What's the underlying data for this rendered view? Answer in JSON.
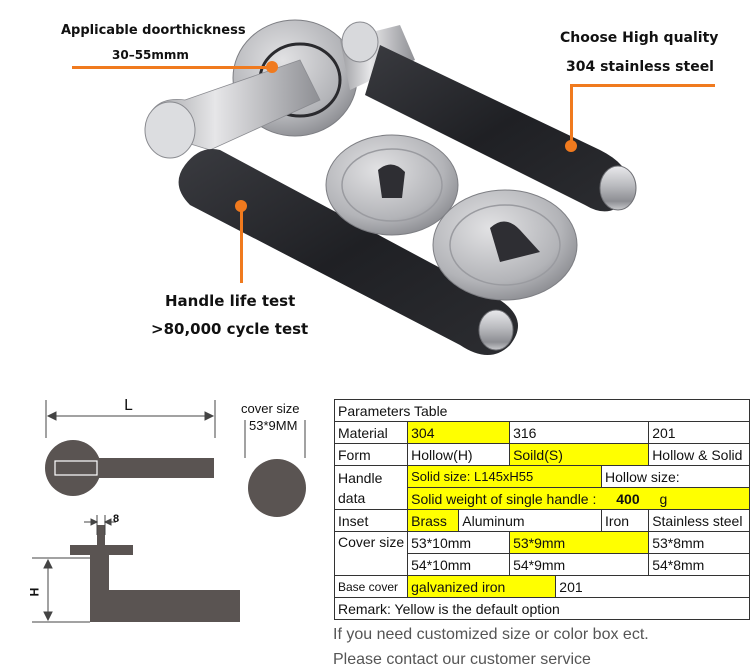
{
  "callouts": {
    "door_thickness": {
      "line1": "Applicable doorthickness",
      "line2": "30–55mmm"
    },
    "quality": {
      "line1": "Choose High quality",
      "line2": "304 stainless steel"
    },
    "life_test": {
      "line1": "Handle life test",
      "line2": ">80,000 cycle test"
    }
  },
  "diagram": {
    "length_label": "L",
    "cover_size_label": "cover size",
    "cover_size_value": "53*9MM",
    "width_label": "8",
    "height_label": "H"
  },
  "table": {
    "title": "Parameters Table",
    "material": {
      "label": "Material",
      "options": [
        "304",
        "316",
        "201"
      ]
    },
    "form": {
      "label": "Form",
      "options": [
        "Hollow(H)",
        "Soild(S)",
        "Hollow & Solid"
      ]
    },
    "handle_data": {
      "label_line1": "Handle",
      "label_line2": "data",
      "solid_size": "Solid size: L145xH55",
      "hollow_size": "Hollow size:",
      "solid_weight_label": "Solid weight of single handle :",
      "solid_weight_value": "400",
      "solid_weight_unit": "g"
    },
    "inset": {
      "label": "Inset",
      "options": [
        "Brass",
        "Aluminum",
        "Iron",
        "Stainless steel"
      ]
    },
    "cover_size": {
      "label": "Cover size",
      "row1": [
        "53*10mm",
        "53*9mm",
        "53*8mm"
      ],
      "row2": [
        "54*10mm",
        "54*9mm",
        "54*8mm"
      ]
    },
    "base_cover": {
      "label": "Base cover",
      "options": [
        "galvanized iron",
        "201"
      ]
    },
    "remark": "Remark: Yellow is the default option"
  },
  "footer": {
    "line1": "If you need customized size or color box ect.",
    "line2": "Please contact our customer service"
  },
  "colors": {
    "accent_orange": "#f07a1e",
    "default_highlight": "#ffff00",
    "diagram_gray": "#5a5452"
  }
}
